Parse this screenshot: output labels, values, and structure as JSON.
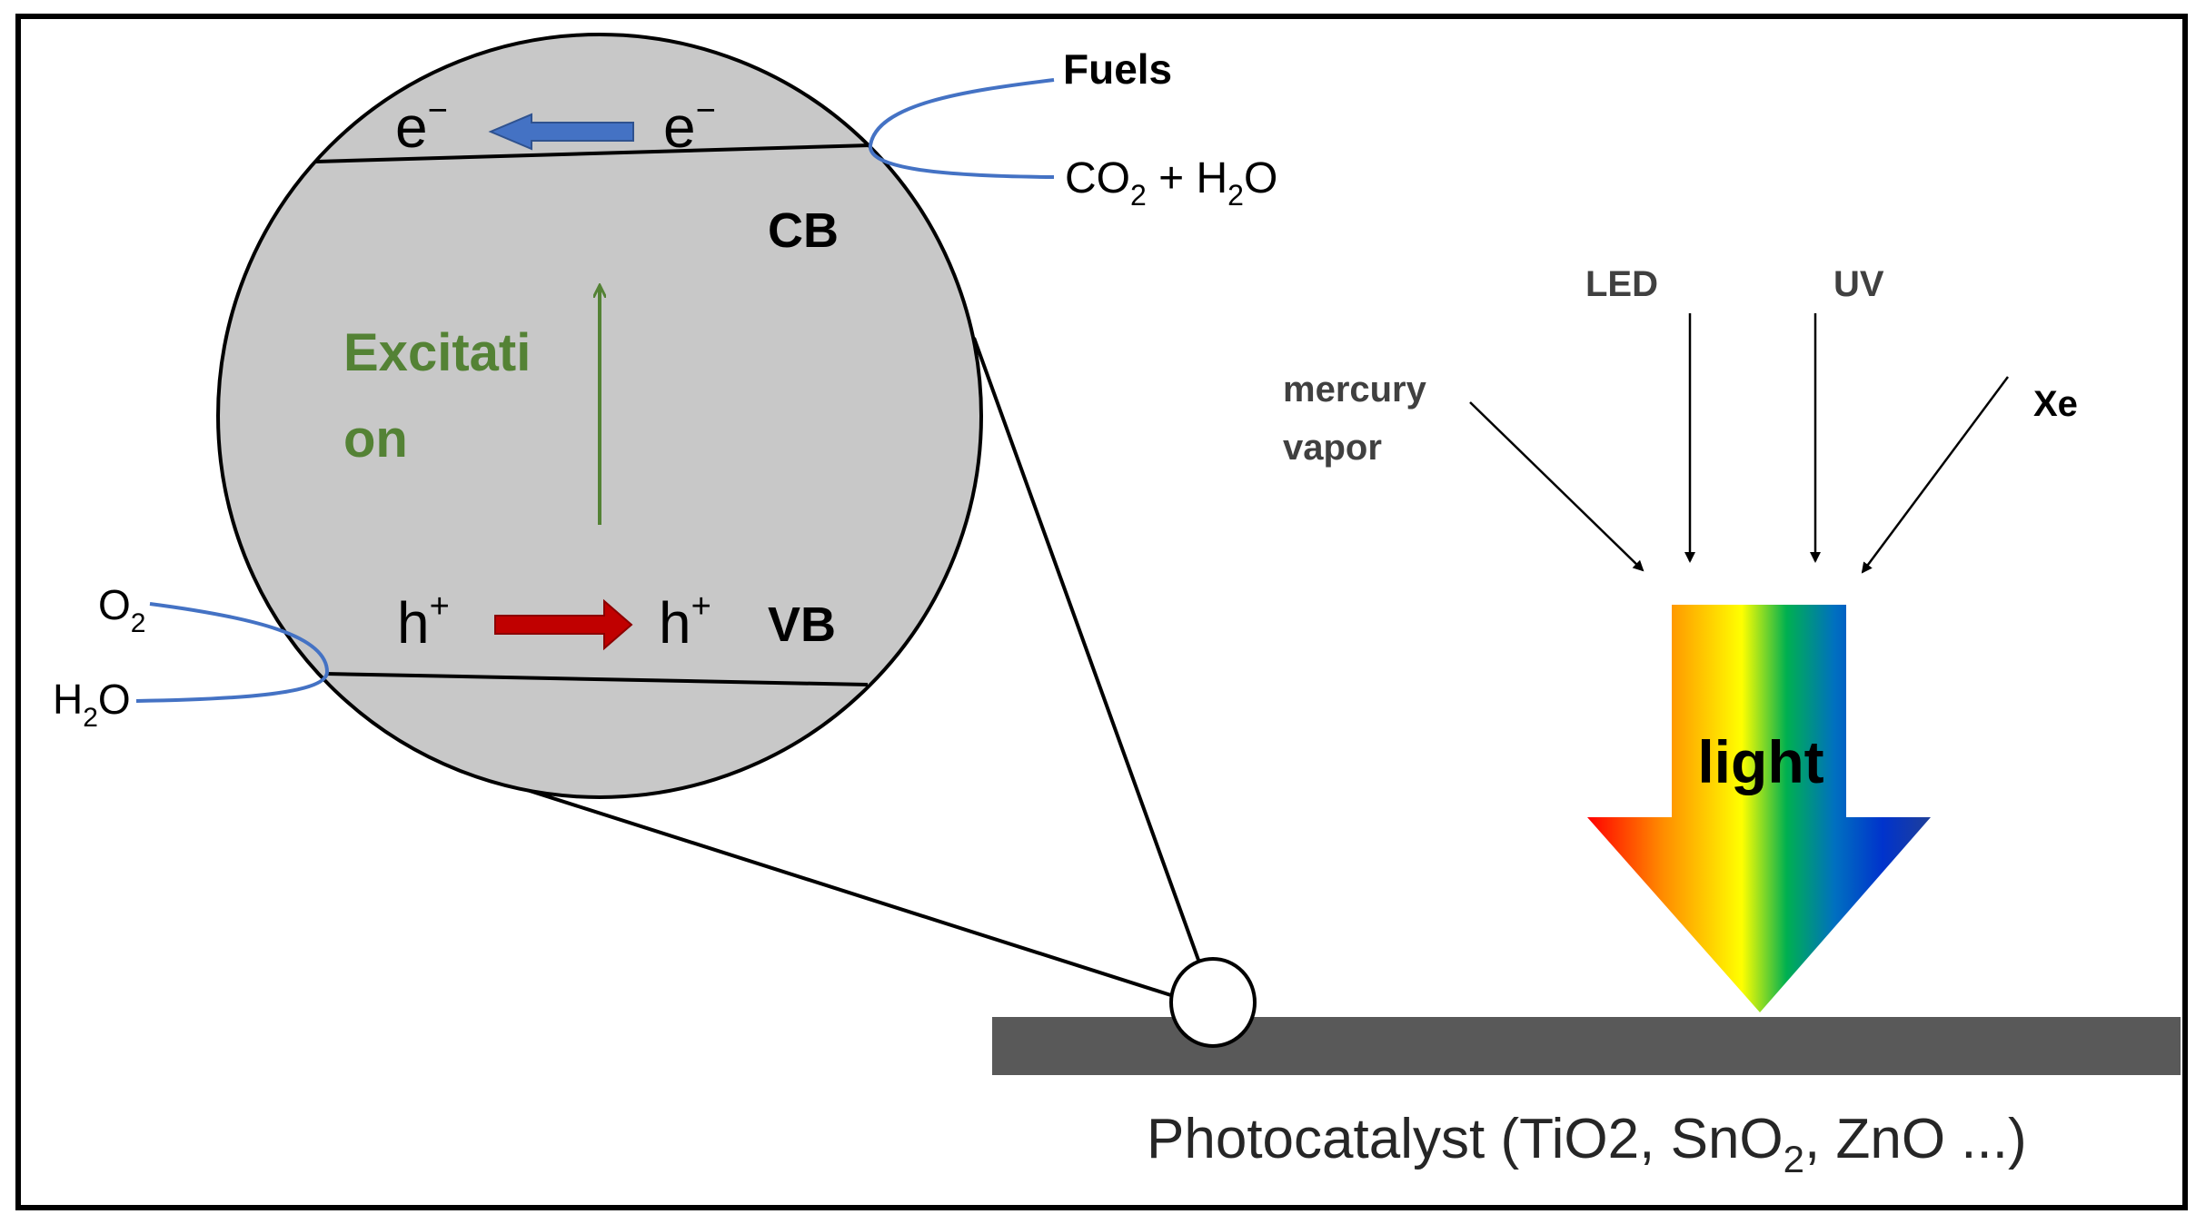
{
  "colors": {
    "frame": "#000000",
    "circle_fill": "#c8c8c8",
    "excitation": "#548235",
    "electron_arrow": "#4472c4",
    "hole_arrow": "#c00000",
    "reaction_curve": "#4472c4",
    "substrate": "#595959",
    "spectrum": [
      "#ff0000",
      "#ff8c00",
      "#ffff00",
      "#00b050",
      "#0070c0",
      "#0033cc",
      "#1f3f99"
    ]
  },
  "band_diagram": {
    "electron_left": "e",
    "electron_right": "e",
    "electron_charge": "−",
    "cb_label": "CB",
    "vb_label": "VB",
    "excitation_line1": "Excitati",
    "excitation_line2": "on",
    "hole_left": "h",
    "hole_right": "h",
    "hole_charge": "+"
  },
  "reduction": {
    "product": "Fuels",
    "reactant_part1": "CO",
    "reactant_sub1": "2",
    "reactant_part2": " + H",
    "reactant_sub2": "2",
    "reactant_part3": "O"
  },
  "oxidation": {
    "product_main": "O",
    "product_sub": "2",
    "reactant_main": "H",
    "reactant_sub": "2",
    "reactant_tail": "O"
  },
  "light_sources": {
    "mercury_line1": "mercury",
    "mercury_line2": "vapor",
    "led": "LED",
    "uv": "UV",
    "xe": "Xe"
  },
  "light_label": "light",
  "photocatalyst": {
    "prefix": "Photocatalyst (TiO2",
    "sep1": ", ",
    "sno": "SnO",
    "sno_sub": "2",
    "sep2": ", ",
    "rest": "ZnO ...)"
  }
}
